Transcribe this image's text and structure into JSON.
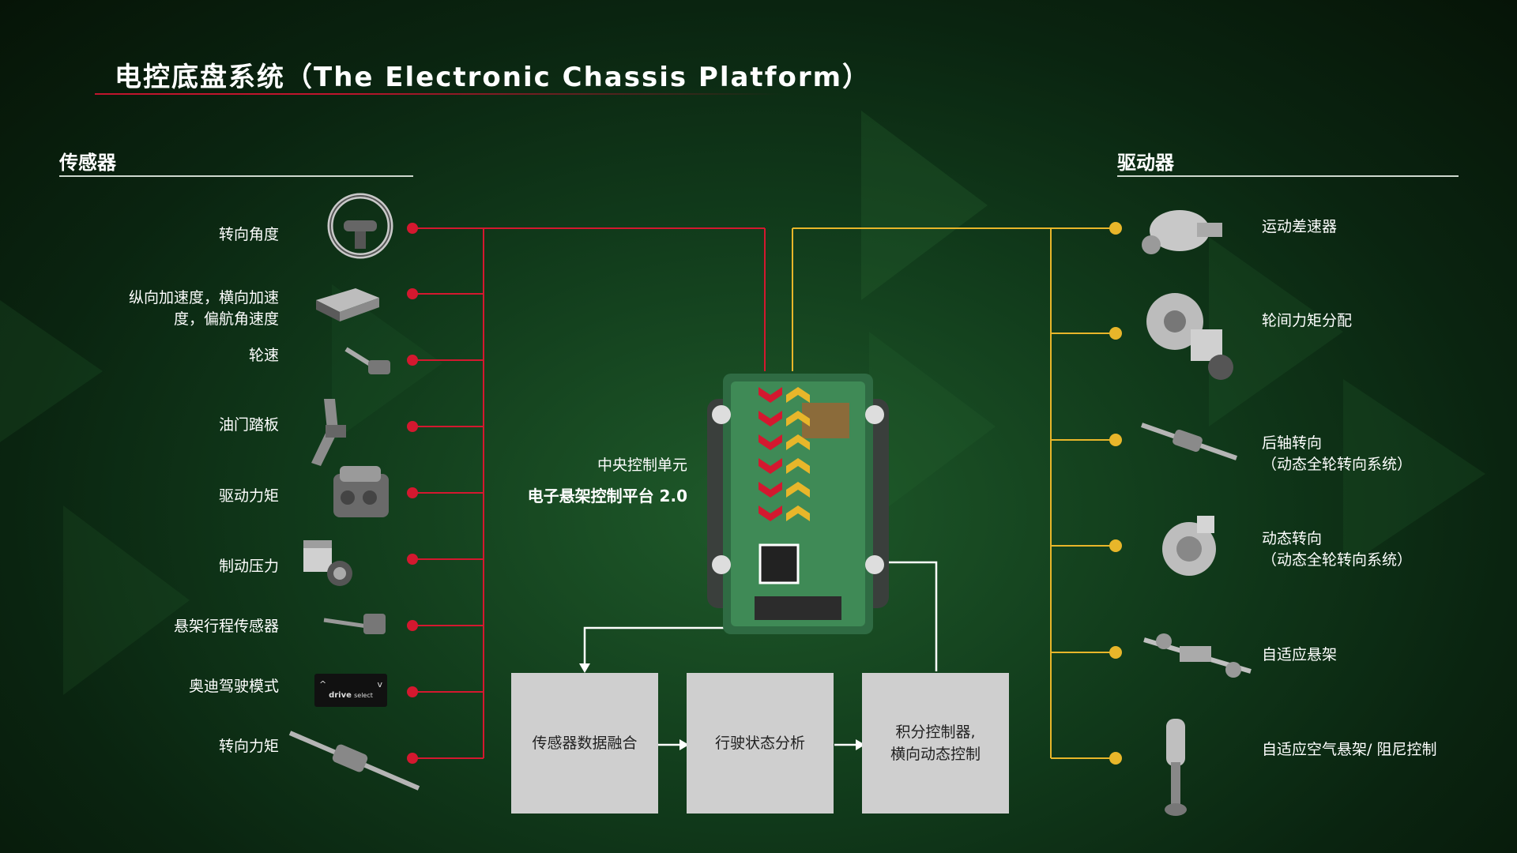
{
  "title": "电控底盘系统（The Electronic Chassis Platform）",
  "colors": {
    "sensor_line": "#d4182f",
    "actuator_line": "#e8b62a",
    "process_box": "#cfcfcf",
    "flow_line": "#ffffff"
  },
  "sensors": {
    "heading": "传感器",
    "items": [
      {
        "label": "转向角度",
        "icon": "steering-wheel-icon"
      },
      {
        "label": "纵向加速度，横向加速",
        "label2": "度，偏航角速度",
        "icon": "acceleration-sensor-icon"
      },
      {
        "label": "轮速",
        "icon": "wheel-speed-sensor-icon"
      },
      {
        "label": "油门踏板",
        "icon": "accelerator-pedal-icon"
      },
      {
        "label": "驱动力矩",
        "icon": "engine-icon"
      },
      {
        "label": "制动压力",
        "icon": "brake-unit-icon"
      },
      {
        "label": "悬架行程传感器",
        "icon": "suspension-sensor-icon"
      },
      {
        "label": "奥迪驾驶模式",
        "icon": "drive-select-icon",
        "icon_text_1": "drive",
        "icon_text_2": "select"
      },
      {
        "label": "转向力矩",
        "icon": "steering-rack-icon"
      }
    ]
  },
  "actuators": {
    "heading": "驱动器",
    "items": [
      {
        "label": "运动差速器",
        "icon": "sport-differential-icon"
      },
      {
        "label": "轮间力矩分配",
        "icon": "brake-disc-icon"
      },
      {
        "label": "后轴转向",
        "label2": "（动态全轮转向系统）",
        "icon": "rear-axle-steering-icon"
      },
      {
        "label": "动态转向",
        "label2": "（动态全轮转向系统）",
        "icon": "dynamic-steering-icon"
      },
      {
        "label": "自适应悬架",
        "icon": "adaptive-suspension-icon"
      },
      {
        "label": "自适应空气悬架/ 阻尼控制",
        "icon": "air-strut-icon"
      }
    ]
  },
  "ecu": {
    "label": "中央控制单元",
    "name": "电子悬架控制平台 2.0",
    "icon": "ecu-board-icon"
  },
  "process": [
    {
      "label": "传感器数据融合"
    },
    {
      "label": "行驶状态分析"
    },
    {
      "label": "积分控制器,",
      "label2": "横向动态控制"
    }
  ]
}
